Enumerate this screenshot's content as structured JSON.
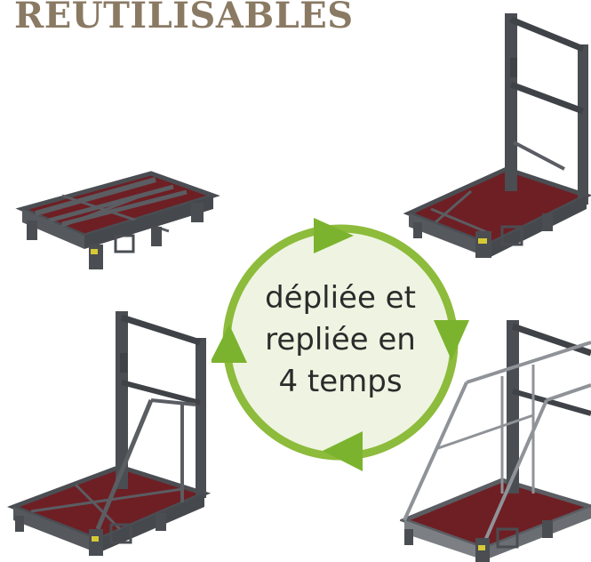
{
  "header": {
    "title": "RÉUTILISABLES"
  },
  "cycle": {
    "lines": [
      "dépliée et",
      "repliée en",
      "4 temps"
    ],
    "colors": {
      "ring": "#8dbb3b",
      "fill": "#eef4e1",
      "arrow": "#7bb32e"
    }
  },
  "products": [
    {
      "name": "folded-cart",
      "state": "repliée"
    },
    {
      "name": "unfolded-cart",
      "state": "dépliée"
    },
    {
      "name": "cart-with-diagonal-brace",
      "state": "dépliée"
    },
    {
      "name": "cart-with-guardrail",
      "state": "dépliée"
    }
  ]
}
